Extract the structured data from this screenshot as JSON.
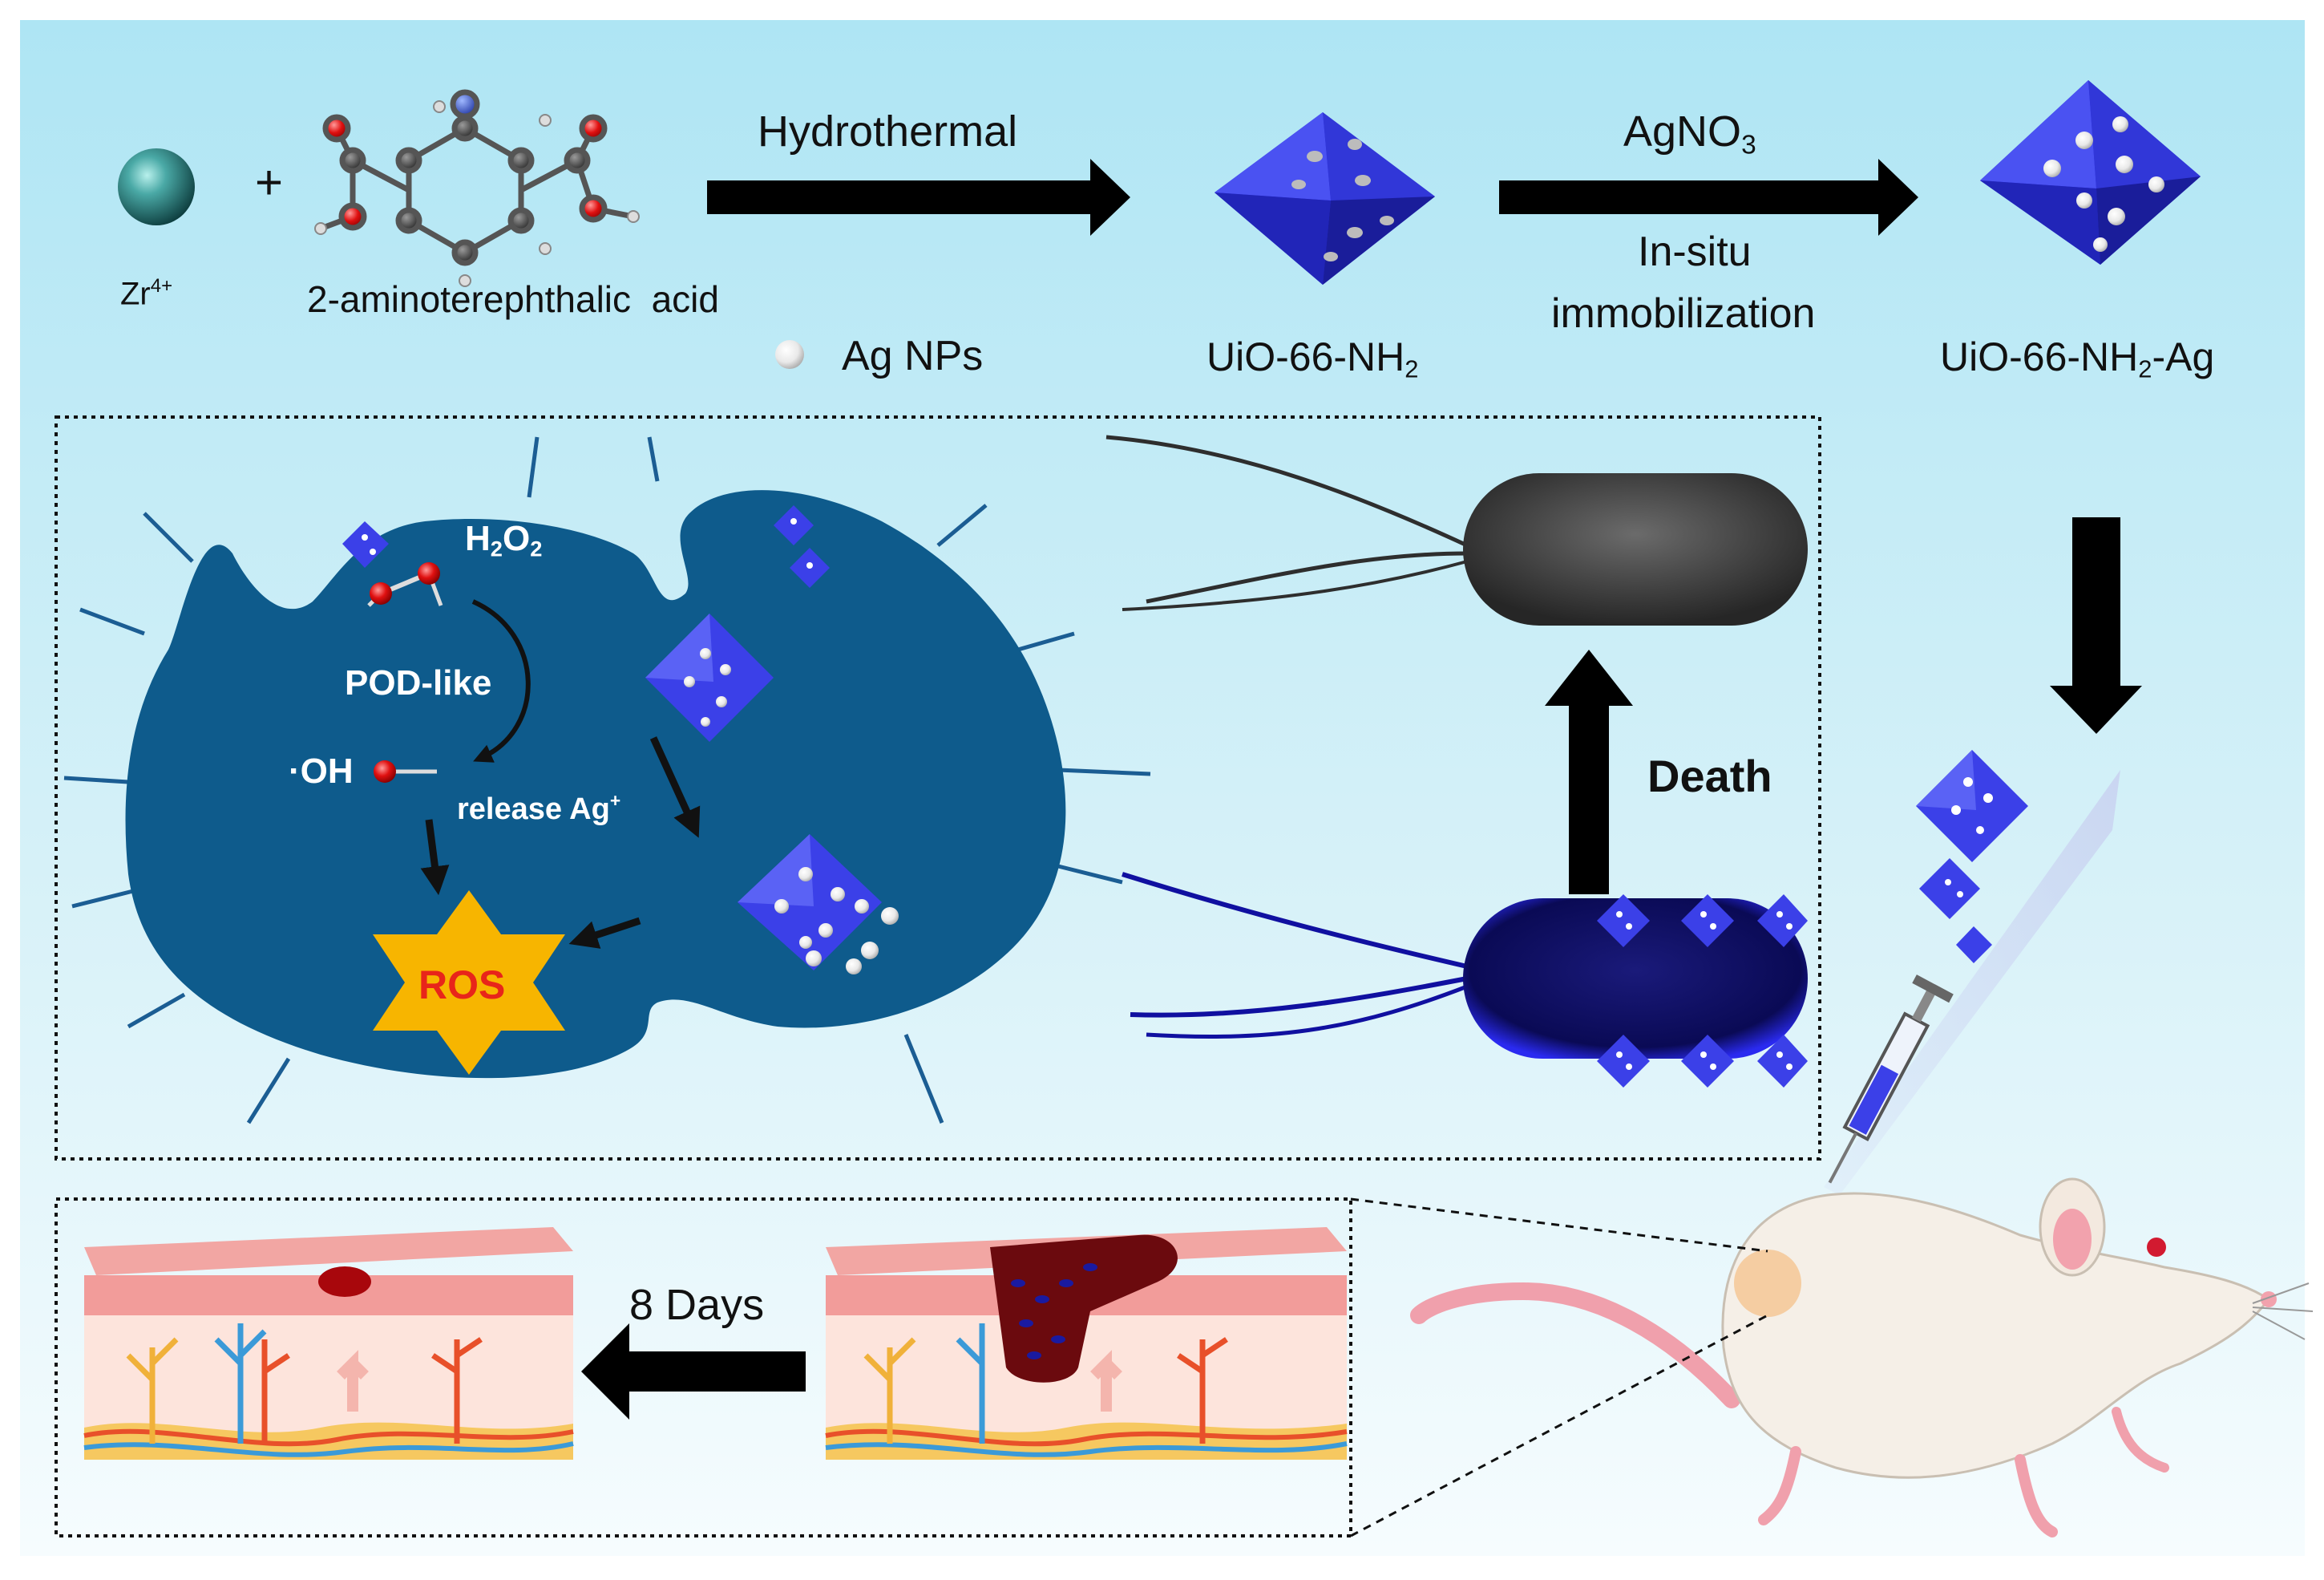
{
  "synthesis": {
    "zr_label": "Zr",
    "zr_charge": "4+",
    "plus": "+",
    "linker_label": "2-aminoterephthalic  acid",
    "arrow1_label": "Hydrothermal",
    "mof_label_main": "UiO-66-NH",
    "mof_label_sub": "2",
    "arrow2_label_main": "AgNO",
    "arrow2_label_sub": "3",
    "arrow2_caption_line1": "In-situ",
    "arrow2_caption_line2": "immobilization",
    "product_label_main": "UiO-66-NH",
    "product_label_sub": "2",
    "product_label_tail": "-Ag",
    "legend_label": "Ag NPs"
  },
  "mechanism": {
    "h2o2_h": "H",
    "h2o2_sub1": "2",
    "h2o2_o": "O",
    "h2o2_sub2": "2",
    "pod_label": "POD-like",
    "oh_label": "·OH",
    "release_label": "release Ag",
    "release_sup": "+",
    "ros_label": "ROS",
    "death_label": "Death"
  },
  "wound": {
    "days_label": "8 Days"
  },
  "colors": {
    "background_top": "#aee5f4",
    "background_bottom": "#f3fbfd",
    "cell": "#0e5b8c",
    "mof": "#3b3fe0",
    "ros_star": "#f7b500",
    "ros_text": "#e8251a",
    "bacterium_dead": "#3a3a3a",
    "bacterium_live": "#0b0ba8"
  }
}
